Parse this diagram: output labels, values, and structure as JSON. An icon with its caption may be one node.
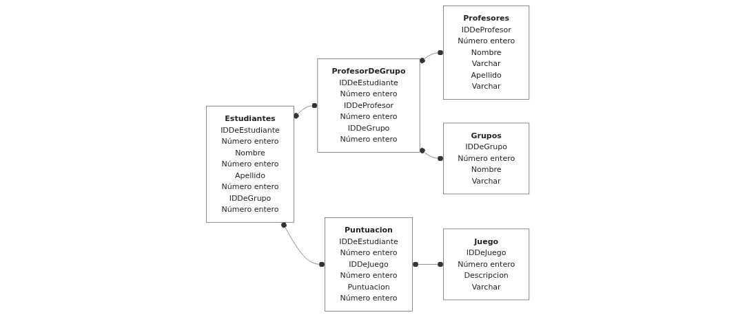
{
  "diagram": {
    "nodes": [
      {
        "text": [
          "Estudiantes",
          "IDDeEstudiante",
          "Número entero",
          "Nombre",
          "Número entero",
          "Apellido",
          "Número entero",
          "IDDeGrupo",
          "Número entero"
        ]
      },
      {
        "text": [
          "ProfesorDeGrupo",
          "IDDeEstudiante",
          "Número entero",
          "IDDeProfesor",
          "Número entero",
          "IDDeGrupo",
          "Número entero"
        ]
      },
      {
        "text": [
          "Profesores",
          "IDDeProfesor",
          "Número entero",
          "Nombre",
          "Varchar",
          "Apellido",
          "Varchar"
        ]
      },
      {
        "text": [
          "Grupos",
          "IDDeGrupo",
          "Número entero",
          "Nombre",
          "Varchar"
        ]
      },
      {
        "text": [
          "Puntuacion",
          "IDDeEstudiante",
          "Número entero",
          "IDDeJuego",
          "Número entero",
          "Puntuacion",
          "Número entero"
        ]
      },
      {
        "text": [
          "Juego",
          "IDDeJuego",
          "Número entero",
          "Descripcion",
          "Varchar"
        ]
      }
    ],
    "edges": [
      {
        "from": 0,
        "to": 1,
        "arrow": "other"
      },
      {
        "from": 1,
        "to": 2,
        "arrow": "other"
      },
      {
        "from": 1,
        "to": 3,
        "arrow": "other"
      },
      {
        "from": 0,
        "to": 4,
        "arrow": "other"
      },
      {
        "from": 4,
        "to": 5,
        "arrow": "other"
      }
    ]
  }
}
